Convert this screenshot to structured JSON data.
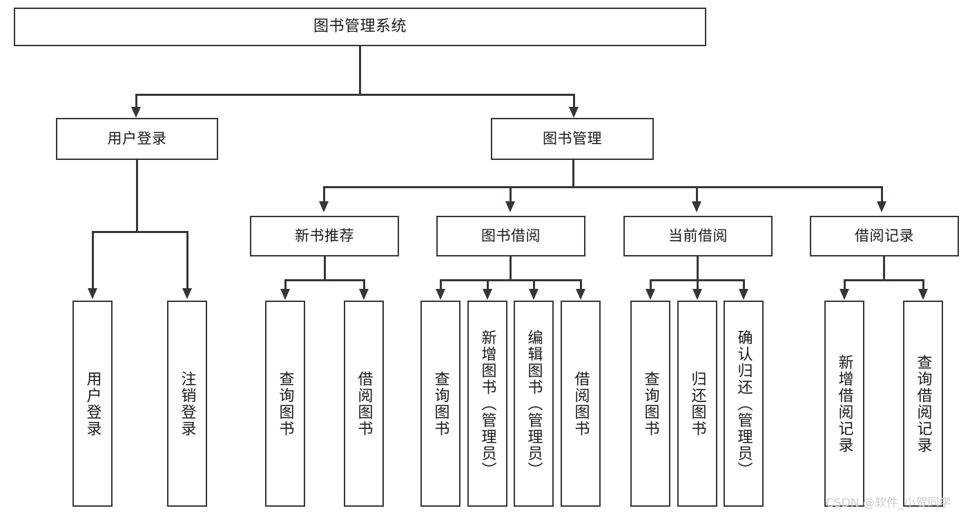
{
  "diagram": {
    "type": "tree-hierarchy",
    "orientation": "top-down",
    "title_node": "图书管理系统",
    "watermark": "CSDN @软件_小贺同学",
    "colors": {
      "box_border": "#33363b",
      "box_fill": "#ffffff",
      "connector": "#33363b",
      "text": "#1a1a1a",
      "watermark": "#c9ccd1",
      "background": "#ffffff"
    },
    "root": {
      "label": "图书管理系统"
    },
    "level2": [
      {
        "label": "用户登录"
      },
      {
        "label": "图书管理"
      }
    ],
    "level3": [
      {
        "label": "新书推荐"
      },
      {
        "label": "图书借阅"
      },
      {
        "label": "当前借阅"
      },
      {
        "label": "借阅记录"
      }
    ],
    "leaves": {
      "user_login": [
        {
          "label": "用户登录"
        },
        {
          "label": "注销登录"
        }
      ],
      "new_book": [
        {
          "label": "查询图书"
        },
        {
          "label": "借阅图书"
        }
      ],
      "book_borrow": [
        {
          "label": "查询图书"
        },
        {
          "label": "新增图书（管理员）"
        },
        {
          "label": "编辑图书（管理员）"
        },
        {
          "label": "借阅图书"
        }
      ],
      "current_borrow": [
        {
          "label": "查询图书"
        },
        {
          "label": "归还图书"
        },
        {
          "label": "确认归还（管理员）"
        }
      ],
      "borrow_record": [
        {
          "label": "新增借阅记录"
        },
        {
          "label": "查询借阅记录"
        }
      ]
    }
  }
}
